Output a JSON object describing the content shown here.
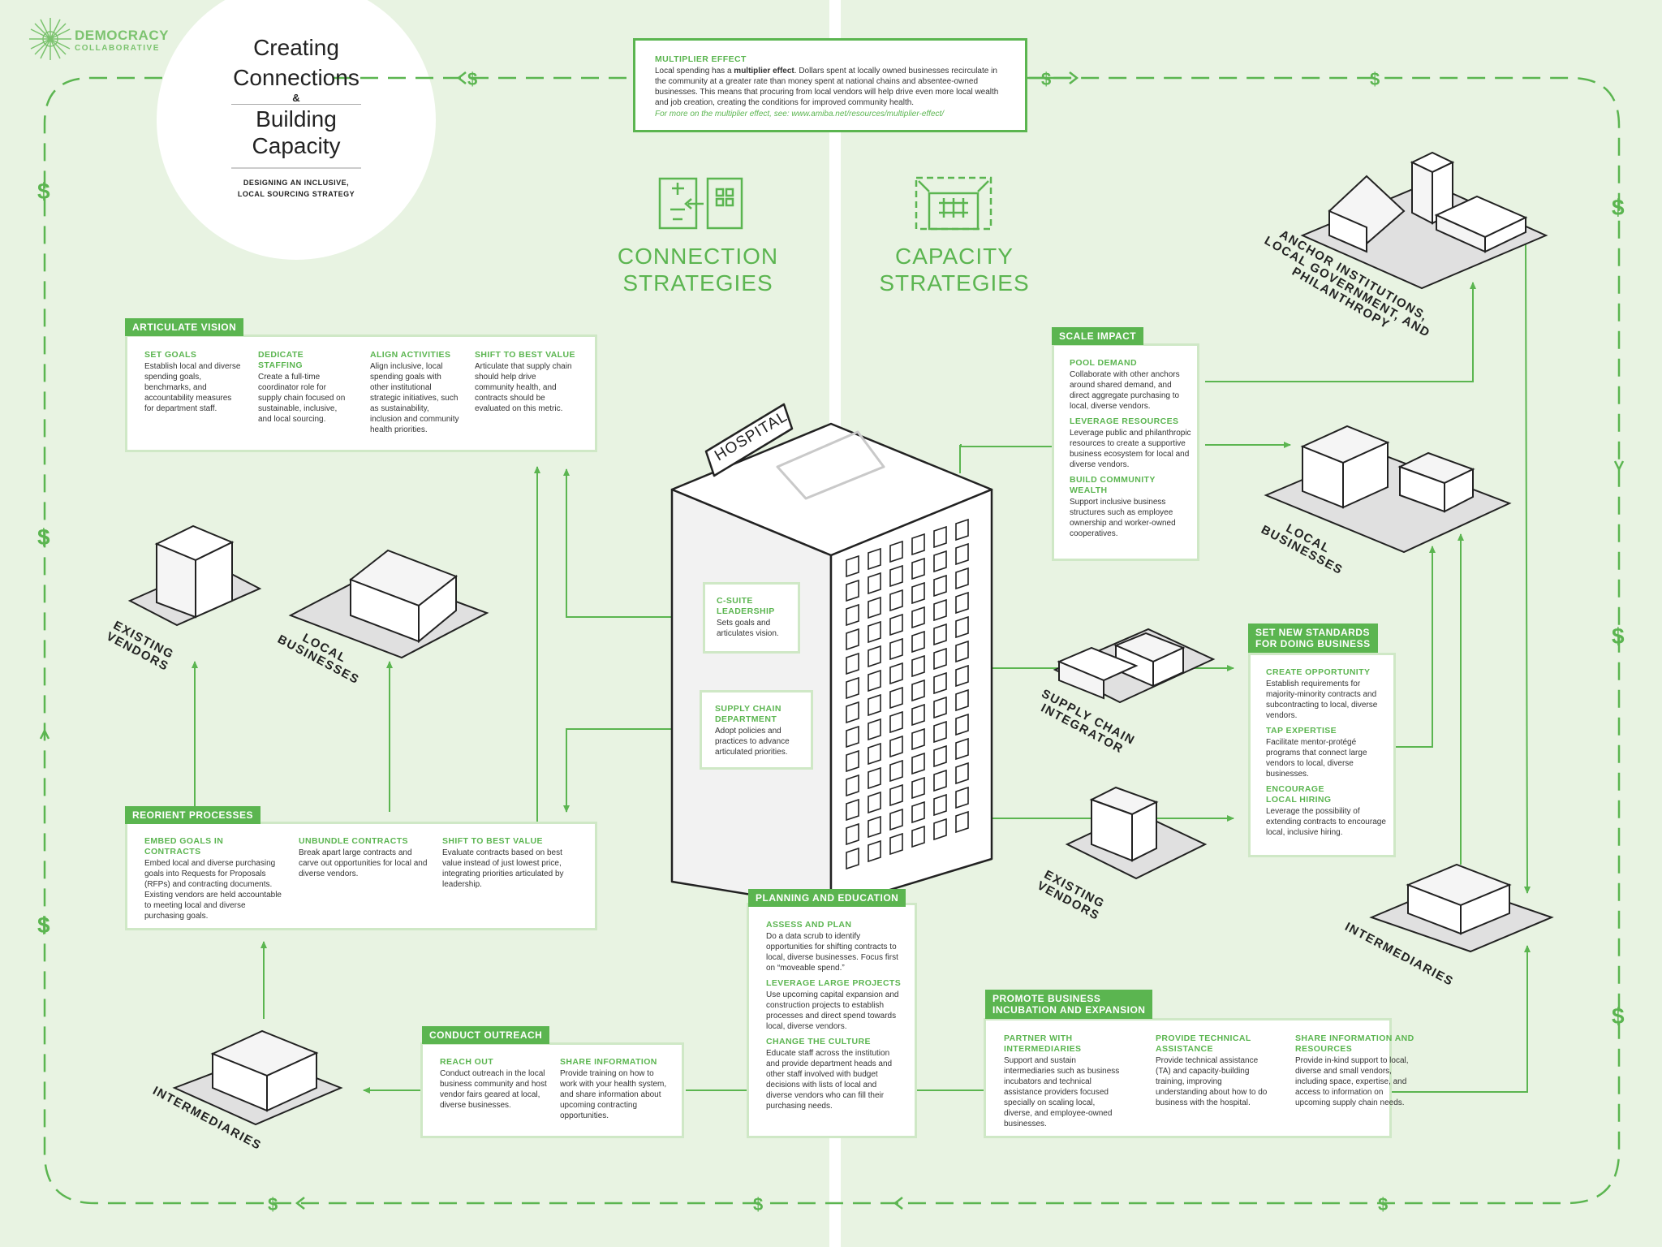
{
  "logo": {
    "line1": "DEMOCRACY",
    "line2": "COLLABORATIVE"
  },
  "title": {
    "line1": "Creating",
    "line2": "Connections",
    "amp": "&",
    "line3": "Building",
    "line4": "Capacity",
    "subtitle1": "DESIGNING AN INCLUSIVE,",
    "subtitle2": "LOCAL SOURCING STRATEGY"
  },
  "multiplier": {
    "heading": "MULTIPLIER EFFECT",
    "text_before": "Local spending has a ",
    "text_bold": "multiplier effect",
    "text_after": ". Dollars spent at locally owned businesses recirculate in the community at a greater rate than money spent at national chains and absentee-owned businesses. This means that procuring from local vendors will help drive even more local wealth and job creation, creating the conditions for improved community health.",
    "more": "For more on the multiplier effect, see: www.amiba.net/resources/multiplier-effect/"
  },
  "strategies": {
    "connection_line1": "CONNECTION",
    "connection_line2": "STRATEGIES",
    "capacity_line1": "CAPACITY",
    "capacity_line2": "STRATEGIES"
  },
  "articulate_vision": {
    "tag": "ARTICULATE VISION",
    "items": [
      {
        "heading": "SET GOALS",
        "text": "Establish local and diverse spending goals, benchmarks, and accountability measures for department staff."
      },
      {
        "heading": "DEDICATE STAFFING",
        "text": "Create a full-time coordinator role for supply chain focused on sustainable, inclusive, and local sourcing."
      },
      {
        "heading": "ALIGN ACTIVITIES",
        "text": "Align inclusive, local spending goals with other institutional strategic initiatives, such as sustainability, inclusion and community health priorities."
      },
      {
        "heading": "SHIFT TO BEST VALUE",
        "text": "Articulate that supply chain should help drive community health, and contracts should be evaluated on this metric."
      }
    ]
  },
  "reorient_processes": {
    "tag": "REORIENT PROCESSES",
    "items": [
      {
        "heading": "EMBED GOALS IN CONTRACTS",
        "text": "Embed local and diverse purchasing goals into Requests for Proposals (RFPs) and contracting documents. Existing vendors are held accountable to meeting local and diverse purchasing goals."
      },
      {
        "heading": "UNBUNDLE CONTRACTS",
        "text": "Break apart large contracts and carve out opportunities for local and diverse vendors."
      },
      {
        "heading": "SHIFT TO BEST VALUE",
        "text": "Evaluate contracts based on best value instead of just lowest price, integrating priorities articulated by leadership."
      }
    ]
  },
  "conduct_outreach": {
    "tag": "CONDUCT OUTREACH",
    "items": [
      {
        "heading": "REACH OUT",
        "text": "Conduct outreach in the local business community and host vendor fairs geared at local, diverse businesses."
      },
      {
        "heading": "SHARE INFORMATION",
        "text": "Provide training on how to work with your health system, and share information about upcoming contracting opportunities."
      }
    ]
  },
  "planning_education": {
    "tag": "PLANNING AND EDUCATION",
    "items": [
      {
        "heading": "ASSESS AND PLAN",
        "text": "Do a data scrub to identify opportunities for shifting contracts to local, diverse businesses. Focus first on “moveable spend.”"
      },
      {
        "heading": "LEVERAGE LARGE PROJECTS",
        "text": "Use upcoming capital expansion and construction projects to establish processes and direct spend towards local, diverse vendors."
      },
      {
        "heading": "CHANGE THE CULTURE",
        "text": "Educate staff across the institution and provide department heads and other staff involved with budget decisions with lists of local and diverse vendors who can fill their purchasing needs."
      }
    ]
  },
  "promote_business": {
    "tag_line1": "PROMOTE BUSINESS",
    "tag_line2": "INCUBATION AND EXPANSION",
    "items": [
      {
        "heading": "PARTNER WITH INTERMEDIARIES",
        "text": "Support and sustain intermediaries such as business incubators and technical assistance providers focused specially on scaling local, diverse, and employee-owned businesses."
      },
      {
        "heading": "PROVIDE TECHNICAL ASSISTANCE",
        "text": "Provide technical assistance (TA) and capacity-building training, improving understanding about how to do business with the hospital."
      },
      {
        "heading": "SHARE INFORMATION AND RESOURCES",
        "text": "Provide in-kind support to local, diverse and small vendors, including space, expertise, and access to information on upcoming supply chain needs."
      }
    ]
  },
  "scale_impact": {
    "tag": "SCALE IMPACT",
    "items": [
      {
        "heading": "POOL DEMAND",
        "text": "Collaborate with other anchors around shared demand, and direct aggregate purchasing to local, diverse vendors."
      },
      {
        "heading": "LEVERAGE RESOURCES",
        "text": "Leverage public and philanthropic resources to create a supportive business ecosystem for local and diverse vendors."
      },
      {
        "heading": "BUILD COMMUNITY WEALTH",
        "text": "Support inclusive business structures such as employee ownership and worker-owned cooperatives."
      }
    ]
  },
  "set_new_standards": {
    "tag_line1": "SET NEW STANDARDS",
    "tag_line2": "FOR DOING BUSINESS",
    "items": [
      {
        "heading": "CREATE OPPORTUNITY",
        "text": "Establish requirements for majority-minority contracts and subcontracting to local, diverse vendors."
      },
      {
        "heading": "TAP EXPERTISE",
        "text": "Facilitate mentor-protégé programs that connect large vendors to local, diverse businesses."
      },
      {
        "heading": "ENCOURAGE LOCAL HIRING",
        "text": "Leverage the possibility of extending contracts to encourage local, inclusive hiring."
      }
    ]
  },
  "csuite": {
    "heading": "C-SUITE LEADERSHIP",
    "text": "Sets goals and articulates vision."
  },
  "supply_chain_dept": {
    "heading": "SUPPLY CHAIN DEPARTMENT",
    "text": "Adopt policies and practices to advance articulated priorities."
  },
  "hospital_sign": "HOSPITAL",
  "labels": {
    "existing_vendors_left": "EXISTING VENDORS",
    "local_businesses_left": "LOCAL BUSINESSES",
    "intermediaries_left": "INTERMEDIARIES",
    "anchor": "ANCHOR INSTITUTIONS, LOCAL GOVERNMENT, AND PHILANTHROPY",
    "local_businesses_right": "LOCAL BUSINESSES",
    "supply_chain_integrator": "SUPPLY CHAIN INTEGRATOR",
    "existing_vendors_right": "EXISTING VENDORS",
    "intermediaries_right": "INTERMEDIARIES"
  },
  "dollar_symbol": "$",
  "colors": {
    "background": "#e8f3e2",
    "accent": "#5bb550",
    "box_border": "#cfe8c6",
    "line": "#222222"
  }
}
